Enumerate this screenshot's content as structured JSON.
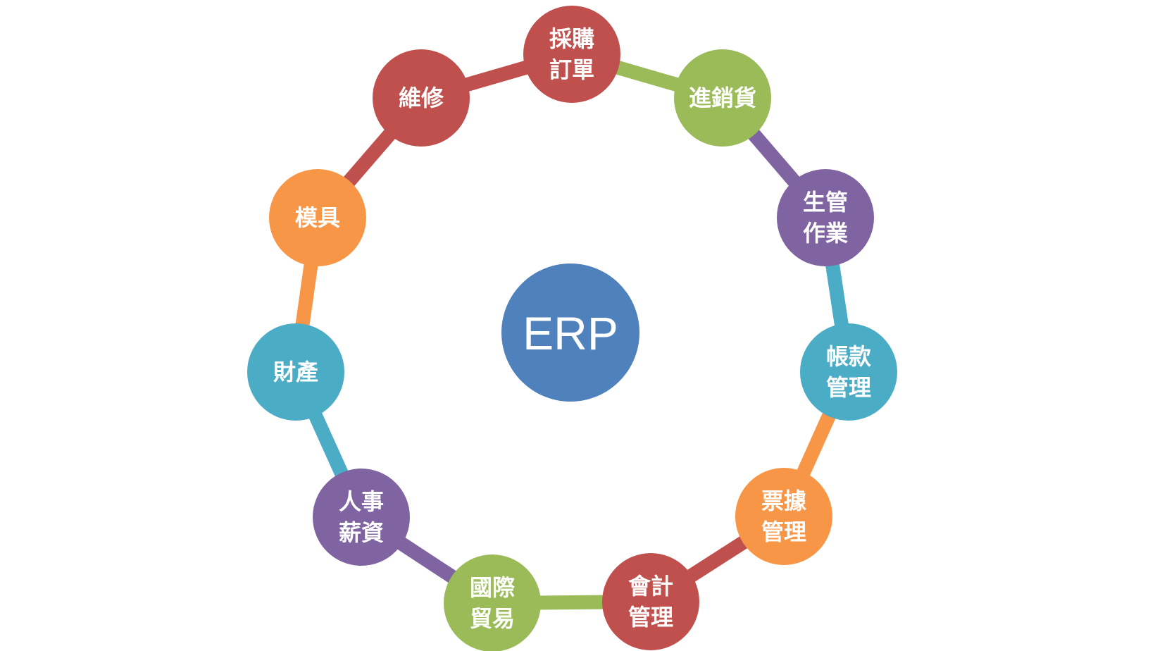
{
  "center": {
    "label": "ERP",
    "color": "#4F81BD"
  },
  "nodes": [
    {
      "lines": [
        "採購",
        "訂單"
      ],
      "color": "#C0504D"
    },
    {
      "lines": [
        "進銷貨"
      ],
      "color": "#9BBB59"
    },
    {
      "lines": [
        "生管",
        "作業"
      ],
      "color": "#8064A2"
    },
    {
      "lines": [
        "帳款",
        "管理"
      ],
      "color": "#4BACC6"
    },
    {
      "lines": [
        "票據",
        "管理"
      ],
      "color": "#F79646"
    },
    {
      "lines": [
        "會計",
        "管理"
      ],
      "color": "#C0504D"
    },
    {
      "lines": [
        "國際",
        "貿易"
      ],
      "color": "#9BBB59"
    },
    {
      "lines": [
        "人事",
        "薪資"
      ],
      "color": "#8064A2"
    },
    {
      "lines": [
        "財產"
      ],
      "color": "#4BACC6"
    },
    {
      "lines": [
        "模具"
      ],
      "color": "#F79646"
    },
    {
      "lines": [
        "維修"
      ],
      "color": "#C0504D"
    }
  ]
}
